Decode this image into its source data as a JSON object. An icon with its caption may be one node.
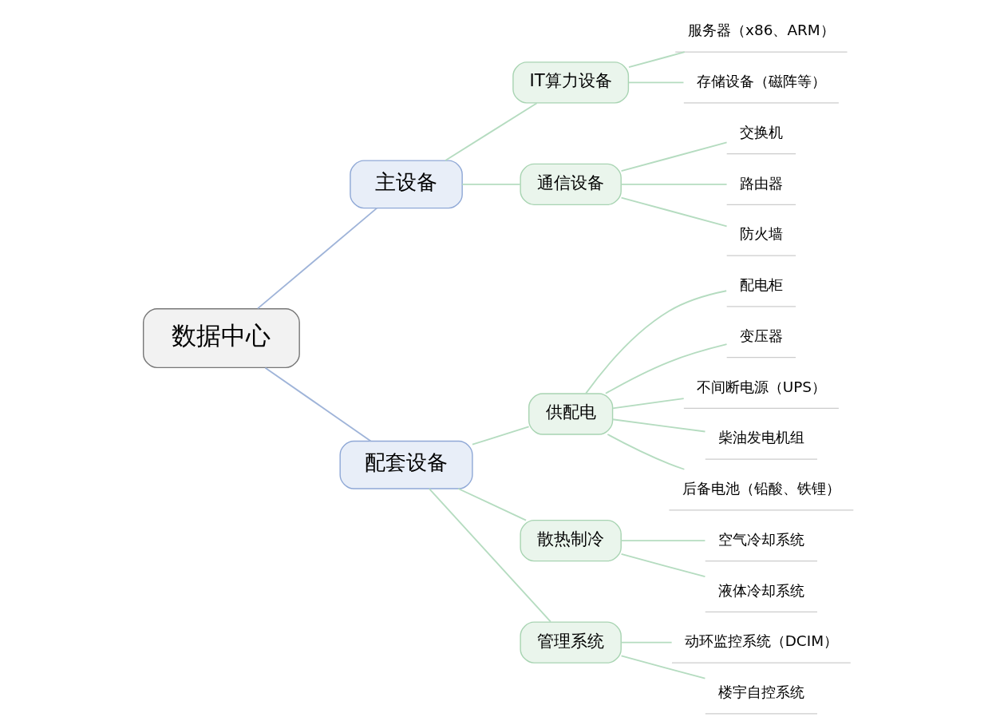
{
  "diagram": {
    "nodes": [
      {
        "text": [
          "数据中心"
        ]
      },
      {
        "text": [
          "主设备"
        ]
      },
      {
        "text": [
          "IT算力设备"
        ]
      },
      {
        "text": [
          "服务器（x86、ARM）"
        ]
      },
      {
        "text": [
          "存储设备（磁阵等）"
        ]
      },
      {
        "text": [
          "通信设备"
        ]
      },
      {
        "text": [
          "交换机"
        ]
      },
      {
        "text": [
          "路由器"
        ]
      },
      {
        "text": [
          "防火墙"
        ]
      },
      {
        "text": [
          "配套设备"
        ]
      },
      {
        "text": [
          "供配电"
        ]
      },
      {
        "text": [
          "配电柜"
        ]
      },
      {
        "text": [
          "变压器"
        ]
      },
      {
        "text": [
          "不间断电源（UPS）"
        ]
      },
      {
        "text": [
          "柴油发电机组"
        ]
      },
      {
        "text": [
          "后备电池（铅酸、铁锂）"
        ]
      },
      {
        "text": [
          "散热制冷"
        ]
      },
      {
        "text": [
          "空气冷却系统"
        ]
      },
      {
        "text": [
          "液体冷却系统"
        ]
      },
      {
        "text": [
          "管理系统"
        ]
      },
      {
        "text": [
          "动环监控系统（DCIM）"
        ]
      },
      {
        "text": [
          "楼宇自控系统"
        ]
      }
    ],
    "edges": [
      {
        "from": 0,
        "to": 1,
        "arrow": "none",
        "color": "#9fb4d9"
      },
      {
        "from": 1,
        "to": 2,
        "arrow": "none"
      },
      {
        "from": 2,
        "to": 3,
        "arrow": "none"
      },
      {
        "from": 2,
        "to": 4,
        "arrow": "none"
      },
      {
        "from": 1,
        "to": 5,
        "arrow": "none"
      },
      {
        "from": 5,
        "to": 6,
        "arrow": "none"
      },
      {
        "from": 5,
        "to": 7,
        "arrow": "none"
      },
      {
        "from": 5,
        "to": 8,
        "arrow": "none"
      },
      {
        "from": 0,
        "to": 9,
        "arrow": "none",
        "color": "#9fb4d9"
      },
      {
        "from": 9,
        "to": 10,
        "arrow": "none"
      },
      {
        "from": 10,
        "to": 11,
        "arrow": "none"
      },
      {
        "from": 10,
        "to": 12,
        "arrow": "none"
      },
      {
        "from": 10,
        "to": 13,
        "arrow": "none"
      },
      {
        "from": 10,
        "to": 14,
        "arrow": "none"
      },
      {
        "from": 10,
        "to": 15,
        "arrow": "none"
      },
      {
        "from": 9,
        "to": 16,
        "arrow": "none"
      },
      {
        "from": 16,
        "to": 17,
        "arrow": "none"
      },
      {
        "from": 16,
        "to": 18,
        "arrow": "none"
      },
      {
        "from": 9,
        "to": 19,
        "arrow": "none"
      },
      {
        "from": 19,
        "to": 20,
        "arrow": "none"
      },
      {
        "from": 19,
        "to": 21,
        "arrow": "none"
      }
    ]
  }
}
